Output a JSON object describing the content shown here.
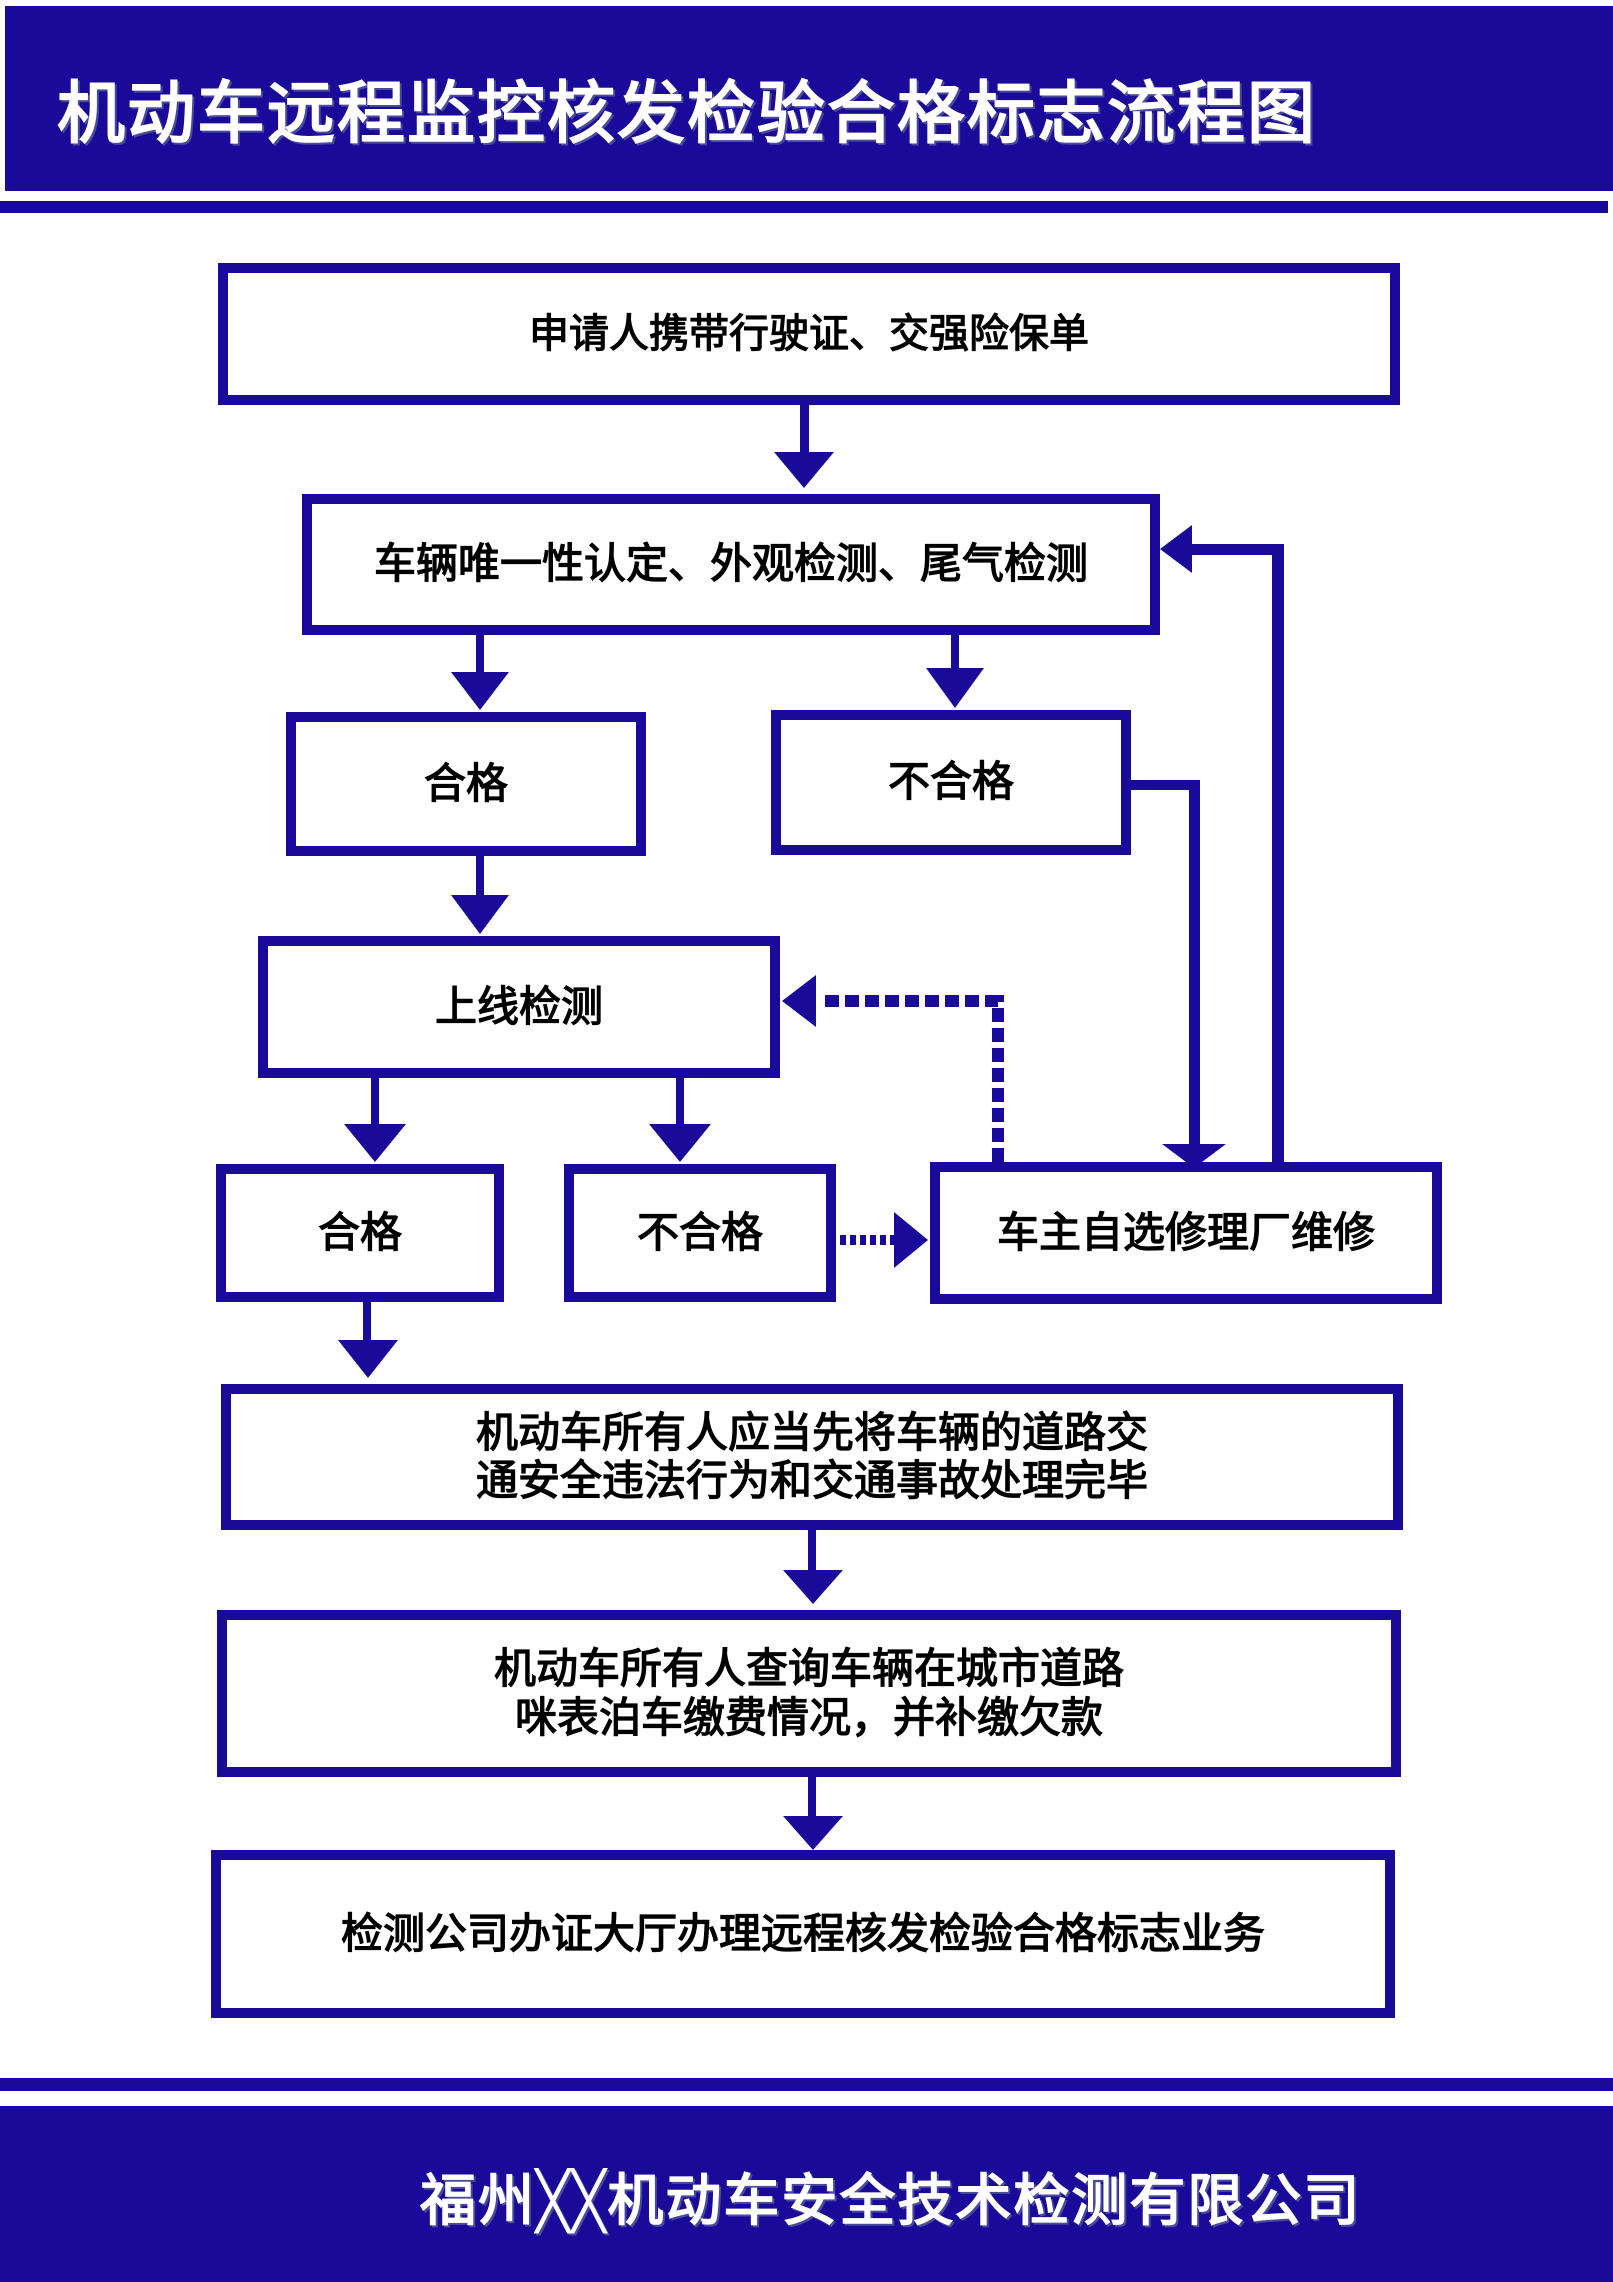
{
  "header": {
    "title": "机动车远程监控核发检验合格标志流程图"
  },
  "footer": {
    "company": "福州╳╳机动车安全技术检测有限公司"
  },
  "colors": {
    "brand": "#1a0a99",
    "box_fill": "#ffffff",
    "text": "#000000"
  },
  "nodes": {
    "apply": "申请人携带行驶证、交强险保单",
    "initial_check": "车辆唯一性认定、外观检测、尾气检测",
    "pass_1": "合格",
    "fail_1": "不合格",
    "line_test": "上线检测",
    "pass_2": "合格",
    "fail_2": "不合格",
    "repair": "车主自选修理厂维修",
    "violations": "机动车所有人应当先将车辆的道路交\n通安全违法行为和交通事故处理完毕",
    "parking_fees": "机动车所有人查询车辆在城市道路\n咪表泊车缴费情况，并补缴欠款",
    "issue": "检测公司办证大厅办理远程核发检验合格标志业务"
  },
  "edges": [
    {
      "from": "apply",
      "to": "initial_check",
      "style": "solid"
    },
    {
      "from": "initial_check",
      "to": "pass_1",
      "style": "solid"
    },
    {
      "from": "initial_check",
      "to": "fail_1",
      "style": "solid"
    },
    {
      "from": "fail_1",
      "to": "repair",
      "style": "solid"
    },
    {
      "from": "repair",
      "to": "initial_check",
      "style": "solid"
    },
    {
      "from": "pass_1",
      "to": "line_test",
      "style": "solid"
    },
    {
      "from": "line_test",
      "to": "pass_2",
      "style": "solid"
    },
    {
      "from": "line_test",
      "to": "fail_2",
      "style": "solid"
    },
    {
      "from": "fail_2",
      "to": "repair",
      "style": "dashed"
    },
    {
      "from": "repair",
      "to": "line_test",
      "style": "dashed"
    },
    {
      "from": "pass_2",
      "to": "violations",
      "style": "solid"
    },
    {
      "from": "violations",
      "to": "parking_fees",
      "style": "solid"
    },
    {
      "from": "parking_fees",
      "to": "issue",
      "style": "solid"
    }
  ]
}
